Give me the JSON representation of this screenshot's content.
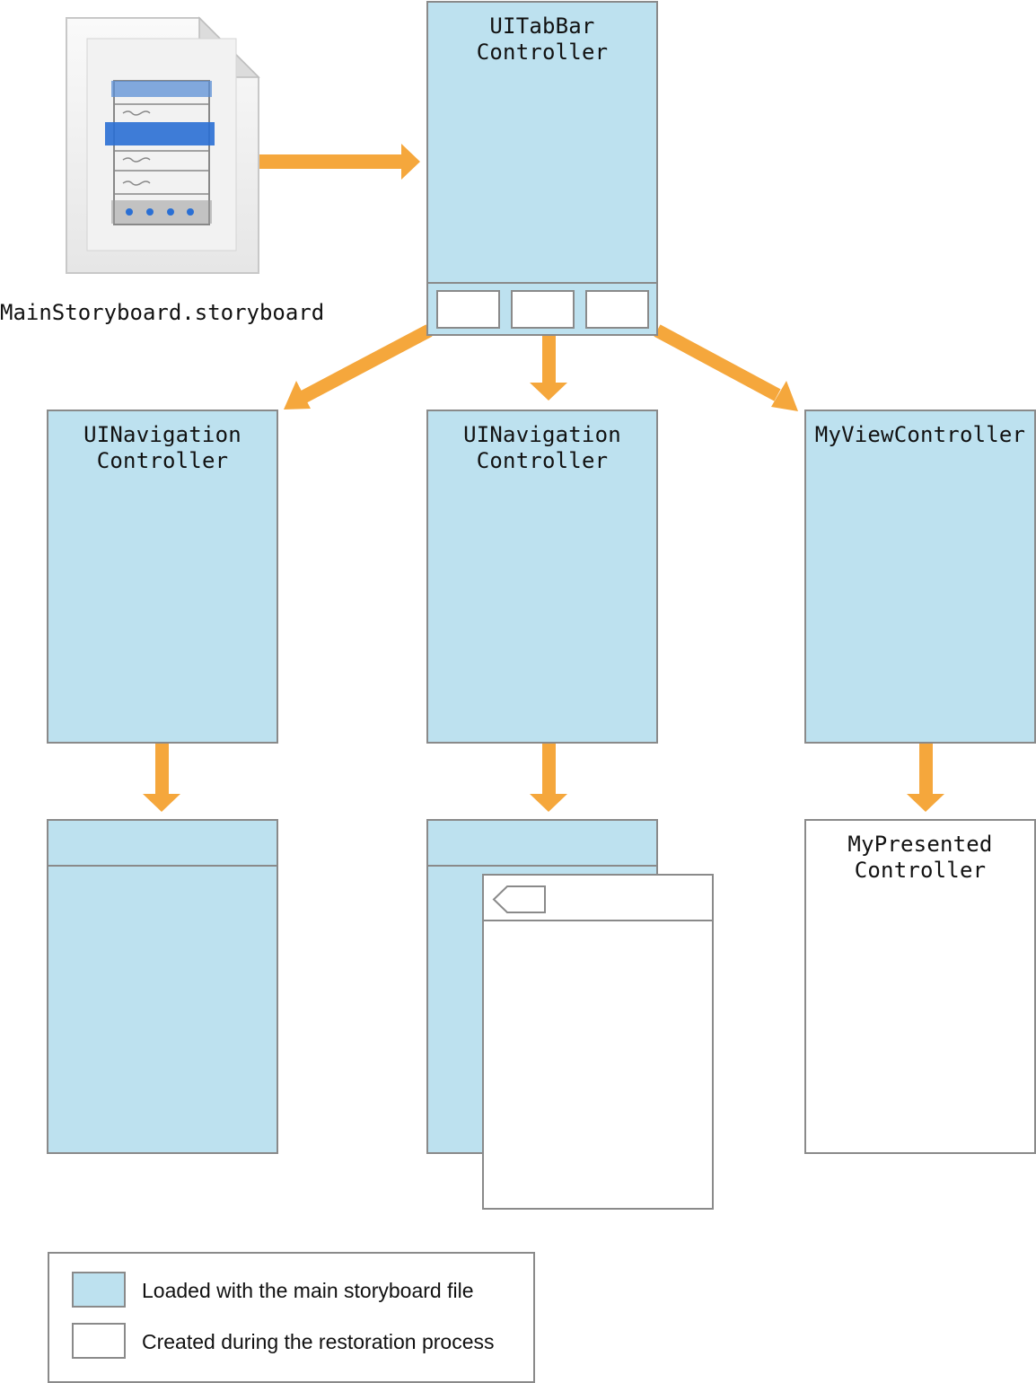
{
  "diagram": {
    "file": {
      "caption": "MainStoryboard.storyboard",
      "icon": "storyboard-document-icon"
    },
    "nodes": {
      "tabbar": {
        "label": "UITabBar\nController"
      },
      "nav1": {
        "label": "UINavigation\nController"
      },
      "nav2": {
        "label": "UINavigation\nController"
      },
      "myview": {
        "label": "MyViewController"
      },
      "presented": {
        "label": "MyPresented\nController"
      }
    },
    "icons": {
      "back_button": "back-chevron-icon"
    }
  },
  "legend": {
    "loaded": "Loaded with the main storyboard file",
    "created": "Created during the restoration process"
  },
  "colors": {
    "loaded_fill": "#bde1ef",
    "created_fill": "#ffffff",
    "arrow": "#f5a73c",
    "border": "#8a8a8a"
  }
}
